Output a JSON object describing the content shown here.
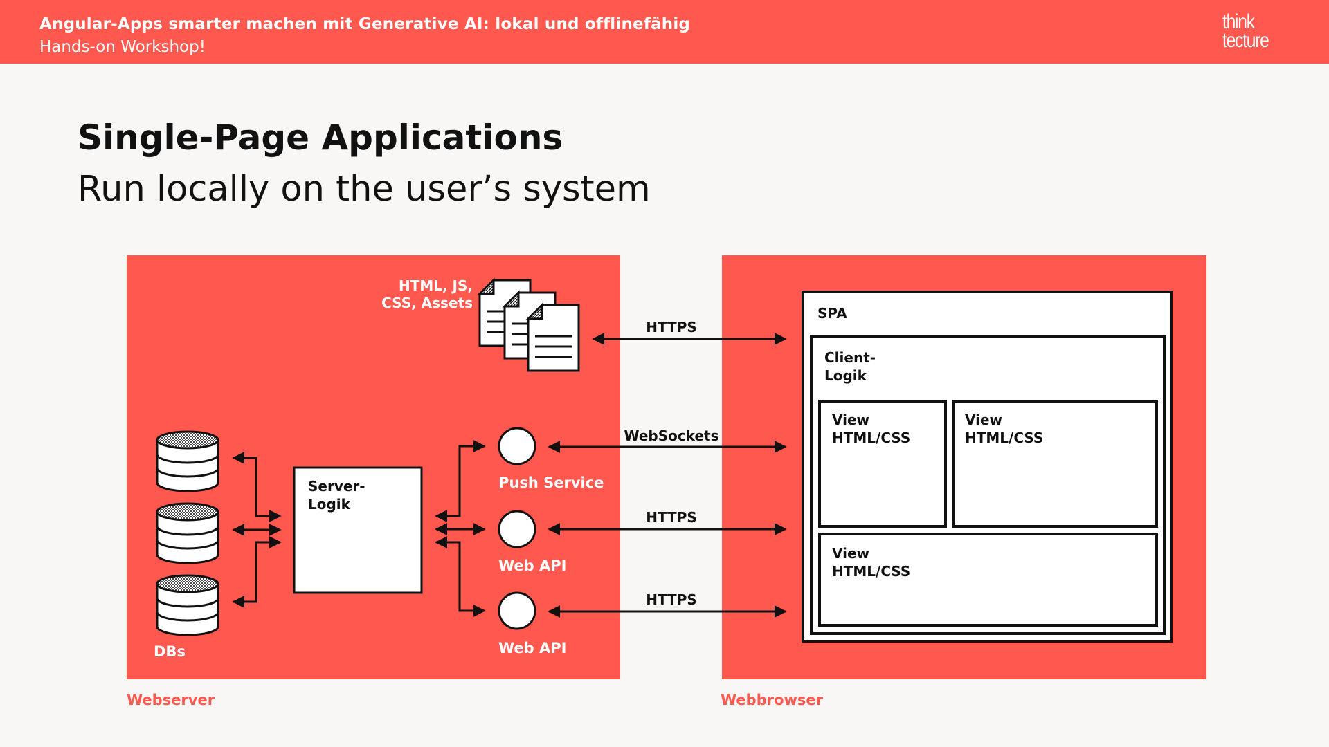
{
  "header": {
    "title": "Angular-Apps smarter machen mit Generative AI: lokal und offlinefähig",
    "subtitle": "Hands-on Workshop!",
    "logo_line1": "think",
    "logo_line2": "tecture"
  },
  "slide": {
    "heading": "Single-Page Applications",
    "subheading": "Run locally on the user’s system"
  },
  "diagram": {
    "webserver_caption": "Webserver",
    "webbrowser_caption": "Webbrowser",
    "assets_label_line1": "HTML, JS,",
    "assets_label_line2": "CSS, Assets",
    "dbs_label": "DBs",
    "server_logic_line1": "Server-",
    "server_logic_line2": "Logik",
    "push_service_label": "Push Service",
    "web_api_label_1": "Web API",
    "web_api_label_2": "Web API",
    "conn_assets_label": "HTTPS",
    "conn_push_label": "WebSockets",
    "conn_api1_label": "HTTPS",
    "conn_api2_label": "HTTPS",
    "spa_label": "SPA",
    "client_logic_line1": "Client-",
    "client_logic_line2": "Logik",
    "view1_line1": "View",
    "view1_line2": "HTML/CSS",
    "view2_line1": "View",
    "view2_line2": "HTML/CSS",
    "view3_line1": "View",
    "view3_line2": "HTML/CSS"
  },
  "colors": {
    "accent": "#ff584f",
    "background": "#f8f7f5",
    "text": "#111111"
  }
}
